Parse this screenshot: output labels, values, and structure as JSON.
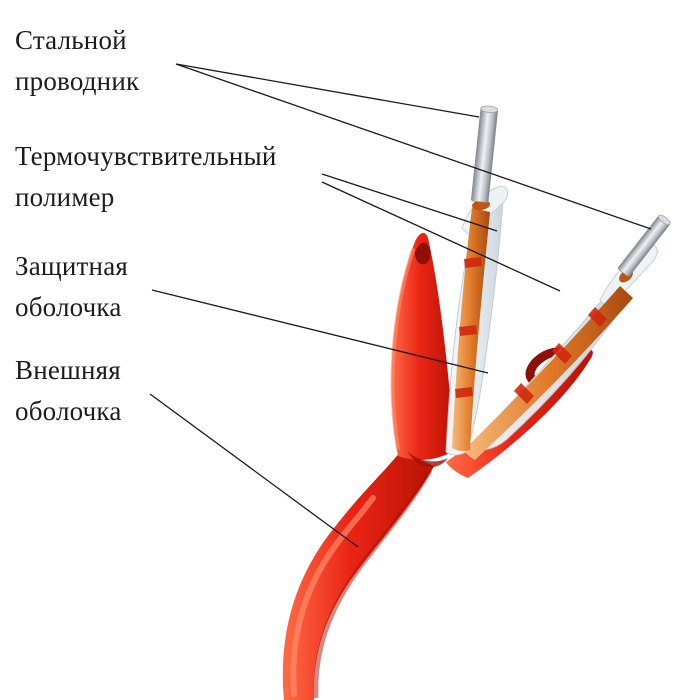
{
  "labels": [
    {
      "id": "steel-conductor",
      "line1": "Стальной",
      "line2": "проводник"
    },
    {
      "id": "thermo-polymer",
      "line1": "Термочувствительный",
      "line2": "полимер"
    },
    {
      "id": "protective-sheath",
      "line1": "Защитная",
      "line2": "оболочка"
    },
    {
      "id": "outer-sheath",
      "line1": "Внешняя",
      "line2": "оболочка"
    }
  ],
  "colors": {
    "background": "#ffffff",
    "cable_red": "#ea2415",
    "cable_dark_red": "#8e0f06",
    "cable_highlight": "#ff8f6d",
    "steel_light": "#eff2f4",
    "steel_dark": "#7c8288",
    "polymer_orange": "#e07a28",
    "band_red": "#d2260f",
    "sheath_white": "#e4ebf0",
    "leader_line": "#1a1a1a",
    "text": "#1c1c1c"
  }
}
